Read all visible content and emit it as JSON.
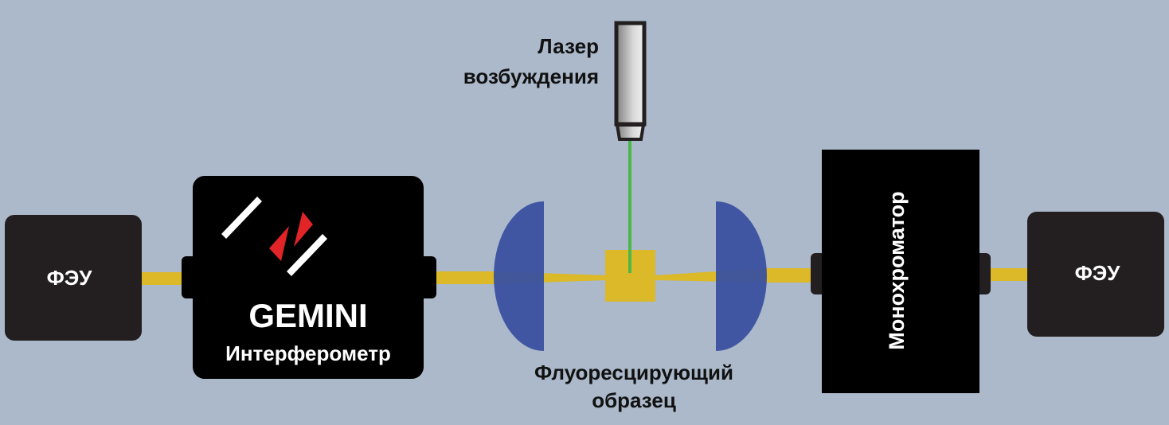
{
  "labels": {
    "pmt_left": "ФЭУ",
    "pmt_right": "ФЭУ",
    "interferometer_brand": "GEMINI",
    "interferometer": "Интерферометр",
    "laser_line1": "Лазер",
    "laser_line2": "возбуждения",
    "sample_line1": "Флуоресцирующий",
    "sample_line2": "образец",
    "monochromator": "Монохроматор"
  },
  "colors": {
    "background": "#abb9ca",
    "device": "#231f20",
    "beam": "#dbb928",
    "lens": "#3a50a0",
    "laser_beam": "#4cb848",
    "logo_red": "#e02427"
  }
}
